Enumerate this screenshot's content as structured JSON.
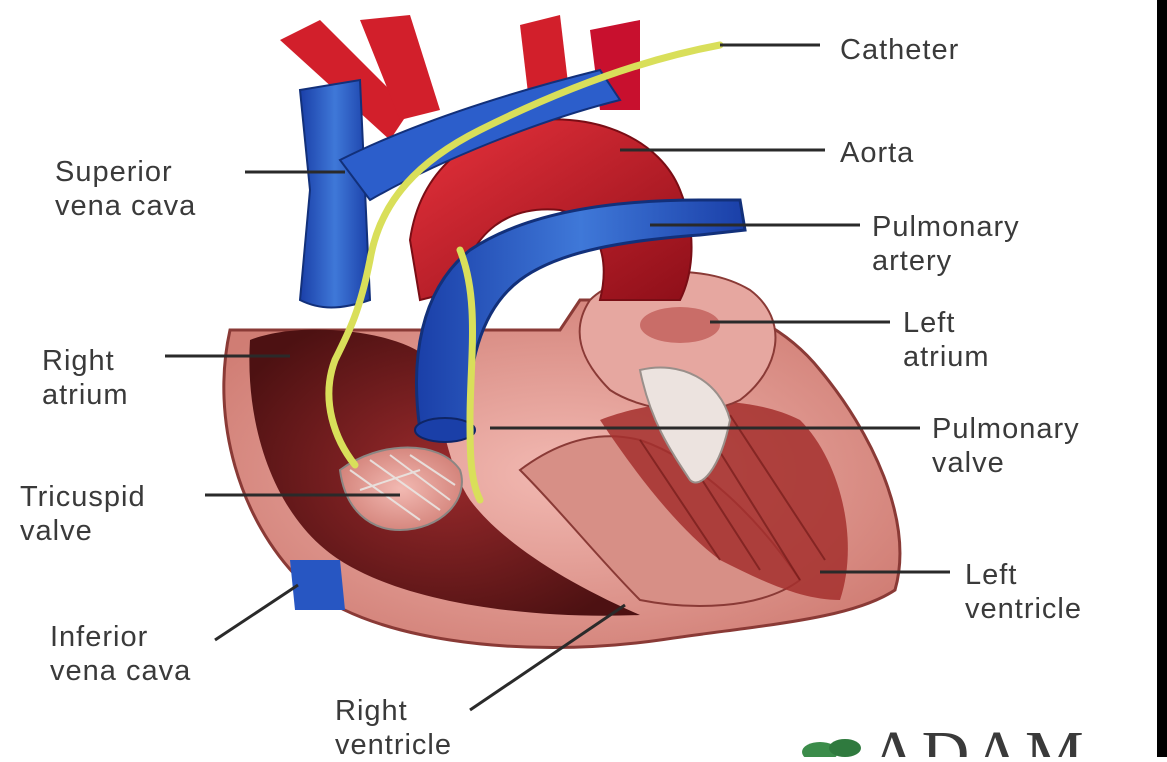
{
  "labels": {
    "catheter": "Catheter",
    "aorta": "Aorta",
    "superior_vena_cava": [
      "Superior",
      "vena cava"
    ],
    "pulmonary_artery": [
      "Pulmonary",
      "artery"
    ],
    "left_atrium": [
      "Left",
      "atrium"
    ],
    "right_atrium": [
      "Right",
      "atrium"
    ],
    "pulmonary_valve": [
      "Pulmonary",
      "valve"
    ],
    "tricuspid_valve": [
      "Tricuspid",
      "valve"
    ],
    "left_ventricle": [
      "Left",
      "ventricle"
    ],
    "inferior_vena_cava": [
      "Inferior",
      "vena cava"
    ],
    "right_ventricle": [
      "Right",
      "ventricle"
    ]
  },
  "logo": {
    "text": "ADAM"
  },
  "colors": {
    "artery_red": "#c8102e",
    "vein_blue": "#1f4fbf",
    "muscle_pink": "#e7a29a",
    "chamber_dark": "#6e1a1c",
    "catheter_yellow": "#d9df5a",
    "valve_gray": "#c9c4c0",
    "logo_green": "#3b8c4a"
  }
}
